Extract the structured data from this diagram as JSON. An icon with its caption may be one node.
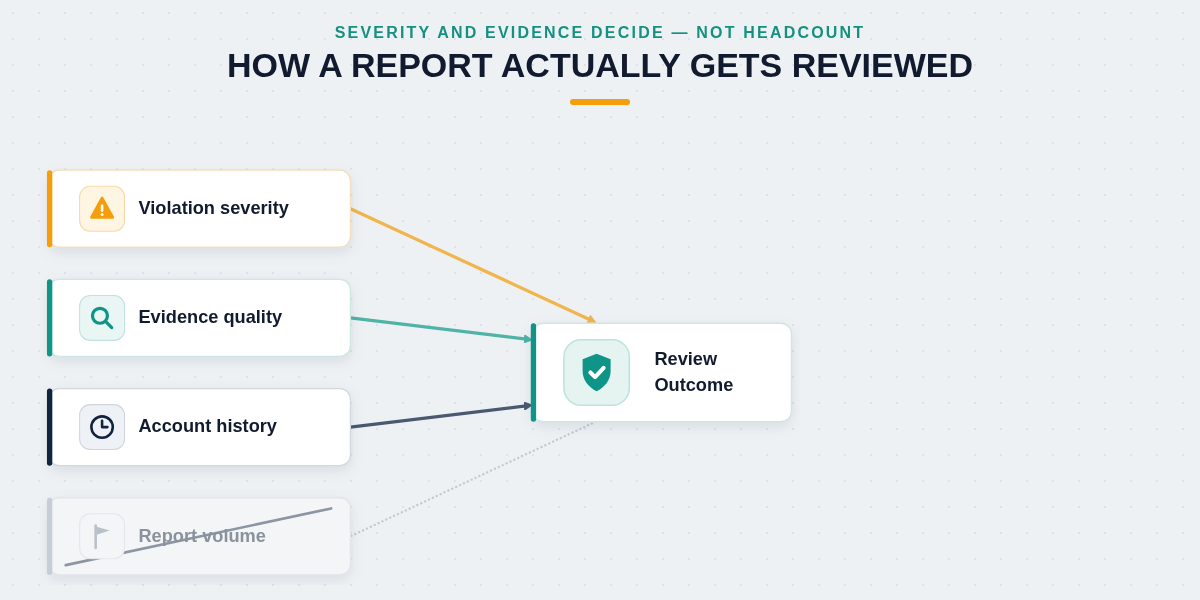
{
  "diagram": {
    "title": "HOW A REPORT ACTUALLY GETS REVIEWED",
    "nodes": [
      {
        "text": [
          "Violation severity"
        ]
      },
      {
        "text": [
          "Evidence quality"
        ]
      },
      {
        "text": [
          "Account history"
        ]
      },
      {
        "text": [
          "Report volume"
        ]
      },
      {
        "text": [
          "Review Outcome"
        ]
      }
    ],
    "edges": [
      {
        "from": 0,
        "to": 4,
        "arrow": "to",
        "color": "#f0b54c"
      },
      {
        "from": 1,
        "to": 4,
        "arrow": "to",
        "color": "#4fb3a6"
      },
      {
        "from": 2,
        "to": 4,
        "arrow": "to",
        "color": "#4a5870"
      },
      {
        "from": 3,
        "to": 4,
        "arrow": "none",
        "style": "dashed",
        "color": "#c4c9d1"
      }
    ],
    "labels": [
      "SEVERITY AND EVIDENCE DECIDE — NOT HEADCOUNT"
    ]
  }
}
